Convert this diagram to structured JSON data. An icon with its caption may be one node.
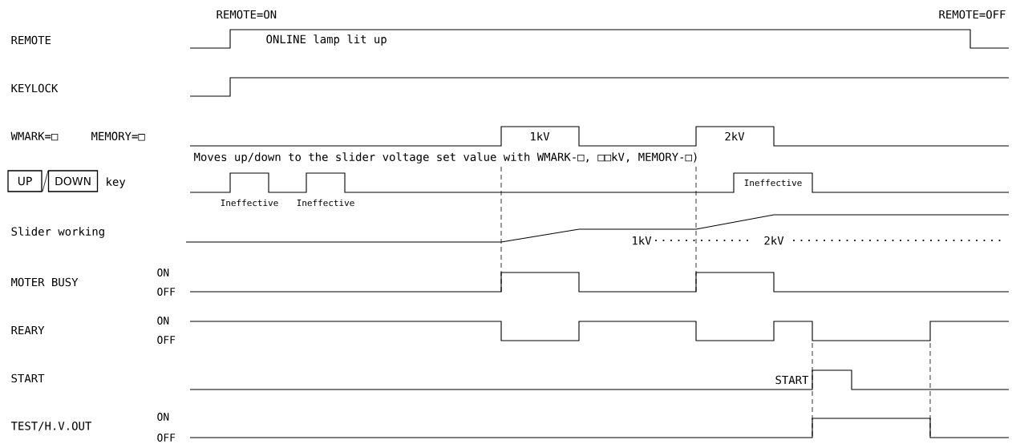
{
  "diagram": {
    "nodes": [
      {
        "text": [
          "UP"
        ]
      },
      {
        "text": [
          "DOWN"
        ]
      }
    ],
    "labels": [
      "REMOTE=ON",
      "REMOTE=OFF",
      "REMOTE",
      "ONLINE lamp lit up",
      "KEYLOCK",
      "WMARK=□",
      "MEMORY=□",
      "1kV",
      "2kV",
      "Moves up/down to the slider voltage set value with WMARK-□, □□kV, MEMORY-□)",
      "key",
      "Ineffective",
      "Ineffective",
      "Ineffective",
      "Slider working",
      "1kV",
      "2kV",
      "MOTER BUSY",
      "ON",
      "OFF",
      "REARY",
      "ON",
      "OFF",
      "START",
      "START",
      "TEST/H.V.OUT",
      "ON",
      "OFF"
    ]
  }
}
